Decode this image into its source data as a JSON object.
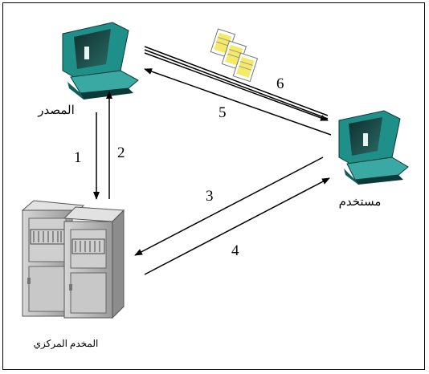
{
  "nodes": {
    "source": {
      "label": "المصدر"
    },
    "user": {
      "label": "مستخدم"
    },
    "server": {
      "label": "المخدم المركزي"
    }
  },
  "arrows": [
    {
      "label": "1",
      "from": "source",
      "to": "server"
    },
    {
      "label": "2",
      "from": "server",
      "to": "source"
    },
    {
      "label": "3",
      "from": "user",
      "to": "server"
    },
    {
      "label": "4",
      "from": "server",
      "to": "user"
    },
    {
      "label": "5",
      "from": "user",
      "to": "source"
    },
    {
      "label": "6",
      "from": "source",
      "to": "user"
    }
  ],
  "colors": {
    "monitor_teal": "#1f8f8a",
    "screen_dark": "#123a38",
    "server_gray": "#b8b8b8",
    "documents_yellow": "#f2e64a"
  }
}
